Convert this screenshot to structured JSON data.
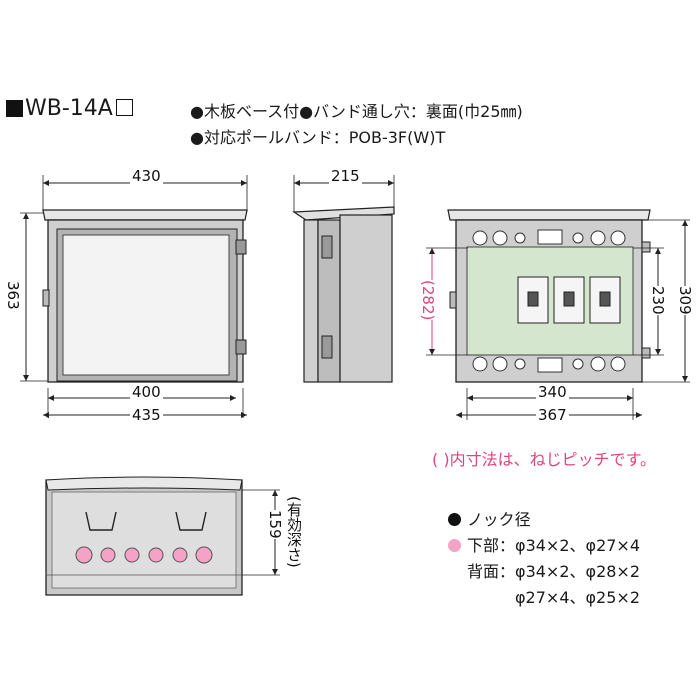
{
  "header": {
    "model": "WB-14A",
    "spec_line_1": "●木板ベース付●バンド通し穴：裏面(巾25㎜)",
    "spec_line_2": "●対応ポールバンド：POB-3F(W)T"
  },
  "front_view": {
    "width_top": "430",
    "height_left": "363",
    "width_inner": "400",
    "width_bottom": "435"
  },
  "side_view": {
    "depth_top": "215"
  },
  "interior_view": {
    "pitch_height": "(282)",
    "height_inner": "230",
    "height_outer": "309",
    "width_inner": "340",
    "width_outer": "367"
  },
  "note": "( )内寸法は、ねじピッチです。",
  "bottom_view": {
    "depth_label": "159",
    "depth_note": "(有効深さ)"
  },
  "knockouts": {
    "title": "ノック径",
    "bottom_label": "下部：",
    "bottom_values": "φ34×2、φ27×4",
    "back_label": "背面：",
    "back_values_1": "φ34×2、φ28×2",
    "back_values_2": "φ27×4、φ25×2"
  },
  "colors": {
    "accent_pink": "#e0437f",
    "knockout_fill": "#f4a3c6",
    "mount_plate": "#d5e6cf",
    "box_gray": "#c9c9c9",
    "line": "#222222"
  }
}
